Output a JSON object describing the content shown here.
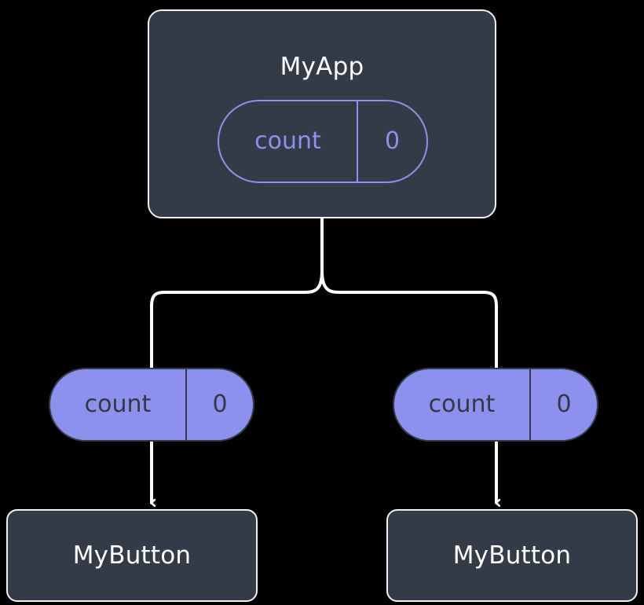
{
  "diagram": {
    "type": "widget-tree",
    "title": "",
    "background_color": "#000000",
    "palette": {
      "component_fill": "#343b48",
      "component_border": "#f2f2f2",
      "component_text": "#ffffff",
      "state_accent": "#8b91ec",
      "state_text_on_fill": "#333843",
      "wire_color": "#ffffff"
    },
    "nodes": {
      "root": {
        "name": "root-component",
        "label": "MyApp",
        "state": {
          "key": "count",
          "value": "0"
        }
      },
      "children": [
        {
          "name": "child-left",
          "binding": {
            "key": "count",
            "value": "0"
          },
          "label": "MyButton"
        },
        {
          "name": "child-right",
          "binding": {
            "key": "count",
            "value": "0"
          },
          "label": "MyButton"
        }
      ]
    },
    "edges": [
      {
        "name": "root-to-fork",
        "style": "solid",
        "arrow": false
      },
      {
        "name": "fork-to-left-binding",
        "style": "solid",
        "arrow": false
      },
      {
        "name": "fork-to-right-binding",
        "style": "solid",
        "arrow": false
      },
      {
        "name": "left-binding-to-left-button",
        "style": "solid",
        "arrow": true
      },
      {
        "name": "right-binding-to-right-button",
        "style": "solid",
        "arrow": true
      }
    ]
  }
}
